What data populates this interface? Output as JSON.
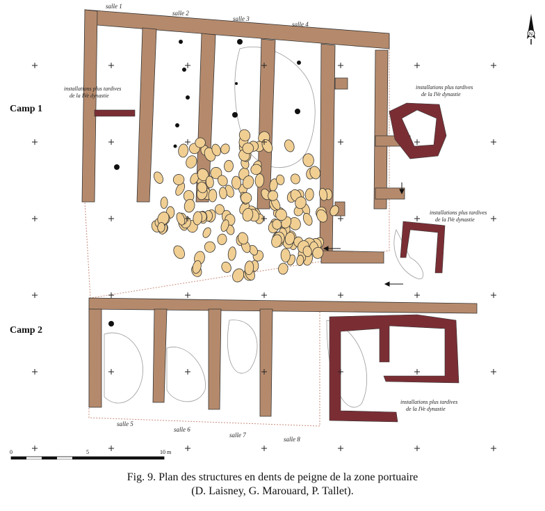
{
  "camps": {
    "camp1": "Camp 1",
    "camp2": "Camp 2"
  },
  "rooms_top": [
    "salle 1",
    "salle 2",
    "salle 3",
    "salle 4"
  ],
  "rooms_bottom": [
    "salle 5",
    "salle 6",
    "salle 7",
    "salle 8"
  ],
  "notes": {
    "a": [
      "installations plus tardives",
      "de la IVe dynastie"
    ],
    "b": [
      "installations plus tardives",
      "de la IVe dynastie"
    ],
    "c": [
      "installations plus tardives",
      "de la IVe dynastie"
    ],
    "d": [
      "installations plus tardives",
      "de la IVe dynastie"
    ]
  },
  "scale": {
    "zero": "0",
    "five": "5",
    "ten": "10 m"
  },
  "north": "N",
  "caption": {
    "line1": "Fig. 9.  Plan des structures en dents de peigne de la zone portuaire",
    "line2": "(D. Laisney, G. Marouard, P. Tallet)."
  },
  "colors": {
    "wall": "#b58a6c",
    "late_wall": "#7a2e34",
    "stone": "#f1cf93",
    "outline": "#333333"
  }
}
